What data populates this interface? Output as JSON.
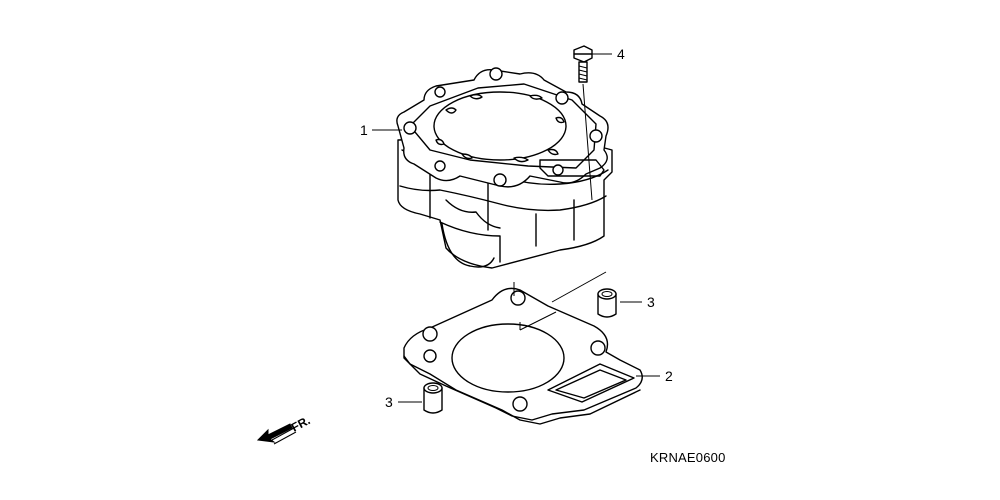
{
  "callouts": {
    "c1": "1",
    "c2": "2",
    "c3a": "3",
    "c3b": "3",
    "c4": "4"
  },
  "front_indicator": {
    "label": "FR.",
    "icon": "front-arrow-icon"
  },
  "diagram_code": "KRNAE0600",
  "parts": {
    "cylinder": {
      "icon": "cylinder-icon"
    },
    "gasket": {
      "icon": "cylinder-gasket-icon"
    },
    "dowel_pin": {
      "icon": "dowel-pin-icon"
    },
    "bolt": {
      "icon": "flange-bolt-icon"
    }
  }
}
